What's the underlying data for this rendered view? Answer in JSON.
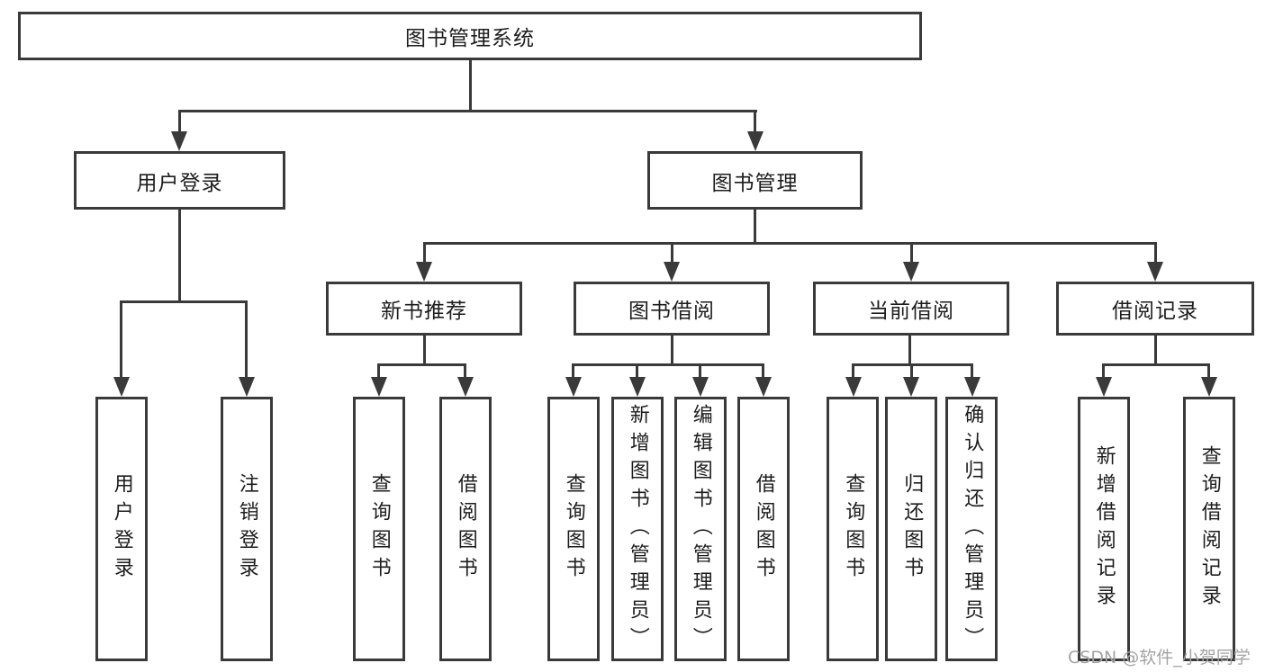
{
  "nodes": {
    "root": "图书管理系统",
    "user_login": "用户登录",
    "book_mgmt": "图书管理",
    "new_book": "新书推荐",
    "book_borrow": "图书借阅",
    "current_borrow": "当前借阅",
    "borrow_record": "借阅记录"
  },
  "leaves": {
    "user_login": [
      "用户登录",
      "注销登录"
    ],
    "new_book": [
      "查询图书",
      "借阅图书"
    ],
    "book_borrow": [
      "查询图书",
      "新增图书（管理员）",
      "编辑图书（管理员）",
      "借阅图书"
    ],
    "current_borrow": [
      "查询图书",
      "归还图书",
      "确认归还（管理员）"
    ],
    "borrow_record": [
      "新增借阅记录",
      "查询借阅记录"
    ]
  },
  "watermark": "CSDN @软件_小贺同学",
  "colors": {
    "line": "#3a3a3a",
    "text": "#1d1d1d",
    "watermark": "#a3a3a3",
    "background": "#ffffff"
  }
}
